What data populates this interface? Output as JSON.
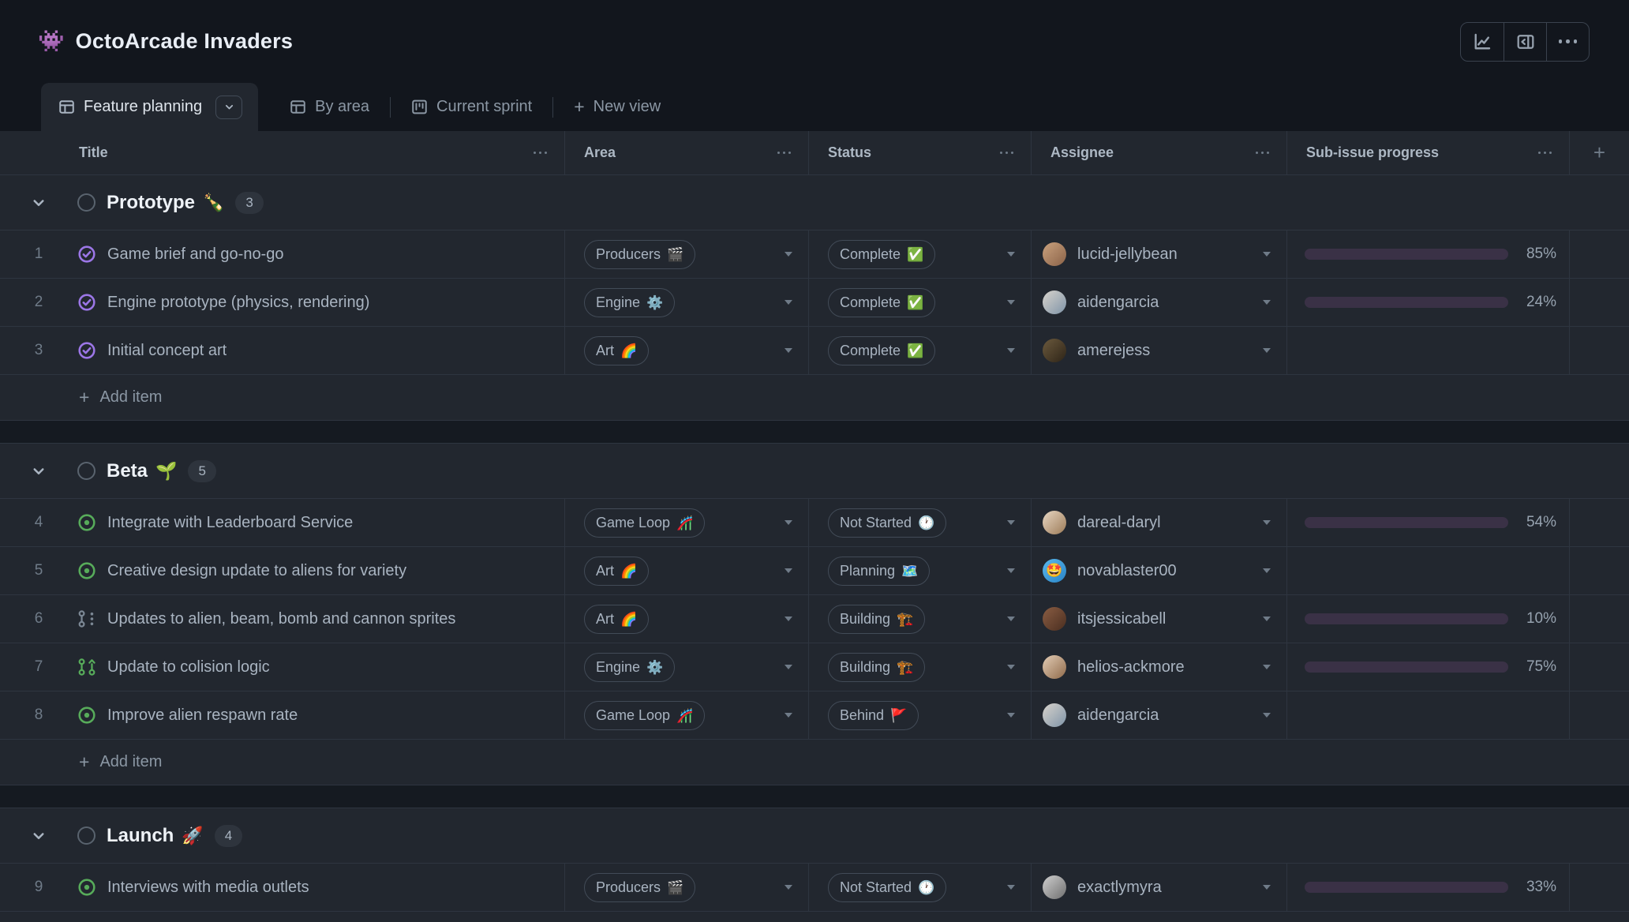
{
  "app": {
    "icon": "👾",
    "title": "OctoArcade Invaders"
  },
  "toolbar": {
    "buttons": [
      "insights-line-chart",
      "side-panel",
      "more-options"
    ]
  },
  "tabs": [
    {
      "label": "Feature planning",
      "icon": "table-icon",
      "active": true,
      "has_menu": true
    },
    {
      "label": "By area",
      "icon": "table-icon"
    },
    {
      "label": "Current sprint",
      "icon": "project-icon"
    },
    {
      "label": "New view",
      "icon": "plus-icon"
    }
  ],
  "columns": [
    {
      "label": "Title"
    },
    {
      "label": "Area"
    },
    {
      "label": "Status"
    },
    {
      "label": "Assignee"
    },
    {
      "label": "Sub-issue progress"
    }
  ],
  "icons": {
    "plus": "+"
  },
  "add_item_label": "Add item",
  "colors": {
    "accent": "#8a5fe6",
    "progress_track": "#3a3146",
    "issue_open_green": "#57ab5a",
    "issue_done_purple": "#9b76e6",
    "draft_gray": "#7b8794"
  },
  "groups": [
    {
      "title": "Prototype",
      "emoji": "🍾",
      "count": "3",
      "items": [
        {
          "num": "1",
          "icon": "issue-closed",
          "title": "Game brief and go-no-go",
          "area": {
            "label": "Producers",
            "emoji": "🎬"
          },
          "status": {
            "label": "Complete",
            "emoji": "✅"
          },
          "assignee": {
            "name": "lucid-jellybean",
            "avatar": {
              "c1": "#caa27e",
              "c2": "#8a6248"
            }
          },
          "progress": {
            "percent": 85,
            "label": "85%"
          }
        },
        {
          "num": "2",
          "icon": "issue-closed",
          "title": "Engine prototype (physics, rendering)",
          "area": {
            "label": "Engine",
            "emoji": "⚙️"
          },
          "status": {
            "label": "Complete",
            "emoji": "✅"
          },
          "assignee": {
            "name": "aidengarcia",
            "avatar": {
              "c1": "#d8d3cc",
              "c2": "#7f94a8"
            }
          },
          "progress": {
            "percent": 24,
            "label": "24%"
          }
        },
        {
          "num": "3",
          "icon": "issue-closed",
          "title": "Initial concept art",
          "area": {
            "label": "Art",
            "emoji": "🌈"
          },
          "status": {
            "label": "Complete",
            "emoji": "✅"
          },
          "assignee": {
            "name": "amerejess",
            "avatar": {
              "c1": "#6b5a3e",
              "c2": "#2e2417"
            }
          },
          "progress": null
        }
      ]
    },
    {
      "title": "Beta",
      "emoji": "🌱",
      "count": "5",
      "items": [
        {
          "num": "4",
          "icon": "issue-open",
          "title": "Integrate with Leaderboard Service",
          "area": {
            "label": "Game Loop",
            "emoji": "🎢"
          },
          "status": {
            "label": "Not Started",
            "emoji": "🕐"
          },
          "assignee": {
            "name": "dareal-daryl",
            "avatar": {
              "c1": "#e8d7c3",
              "c2": "#9c7b58"
            }
          },
          "progress": {
            "percent": 54,
            "label": "54%"
          }
        },
        {
          "num": "5",
          "icon": "issue-open",
          "title": "Creative design update to aliens for variety",
          "area": {
            "label": "Art",
            "emoji": "🌈"
          },
          "status": {
            "label": "Planning",
            "emoji": "🗺️"
          },
          "assignee": {
            "name": "novablaster00",
            "avatar": {
              "c1": "#59b7ec",
              "c2": "#2a85c7",
              "emoji": "🤩"
            }
          },
          "progress": null
        },
        {
          "num": "6",
          "icon": "pr-draft",
          "title": "Updates to alien, beam, bomb and cannon sprites",
          "area": {
            "label": "Art",
            "emoji": "🌈"
          },
          "status": {
            "label": "Building",
            "emoji": "🏗️"
          },
          "assignee": {
            "name": "itsjessicabell",
            "avatar": {
              "c1": "#8a5d43",
              "c2": "#4a2e20"
            }
          },
          "progress": {
            "percent": 10,
            "label": "10%"
          }
        },
        {
          "num": "7",
          "icon": "pr-open",
          "title": "Update to colision logic",
          "area": {
            "label": "Engine",
            "emoji": "⚙️"
          },
          "status": {
            "label": "Building",
            "emoji": "🏗️"
          },
          "assignee": {
            "name": "helios-ackmore",
            "avatar": {
              "c1": "#e3cdb6",
              "c2": "#8f6a4a"
            }
          },
          "progress": {
            "percent": 75,
            "label": "75%"
          }
        },
        {
          "num": "8",
          "icon": "issue-open",
          "title": "Improve alien respawn rate",
          "area": {
            "label": "Game Loop",
            "emoji": "🎢"
          },
          "status": {
            "label": "Behind",
            "emoji": "🚩"
          },
          "assignee": {
            "name": "aidengarcia",
            "avatar": {
              "c1": "#d8d3cc",
              "c2": "#7f94a8"
            }
          },
          "progress": null
        }
      ]
    },
    {
      "title": "Launch",
      "emoji": "🚀",
      "count": "4",
      "items": [
        {
          "num": "9",
          "icon": "issue-open",
          "title": "Interviews with media outlets",
          "area": {
            "label": "Producers",
            "emoji": "🎬"
          },
          "status": {
            "label": "Not Started",
            "emoji": "🕐"
          },
          "assignee": {
            "name": "exactlymyra",
            "avatar": {
              "c1": "#cfcfcf",
              "c2": "#6f6f6f"
            }
          },
          "progress": {
            "percent": 33,
            "label": "33%"
          }
        }
      ]
    }
  ]
}
